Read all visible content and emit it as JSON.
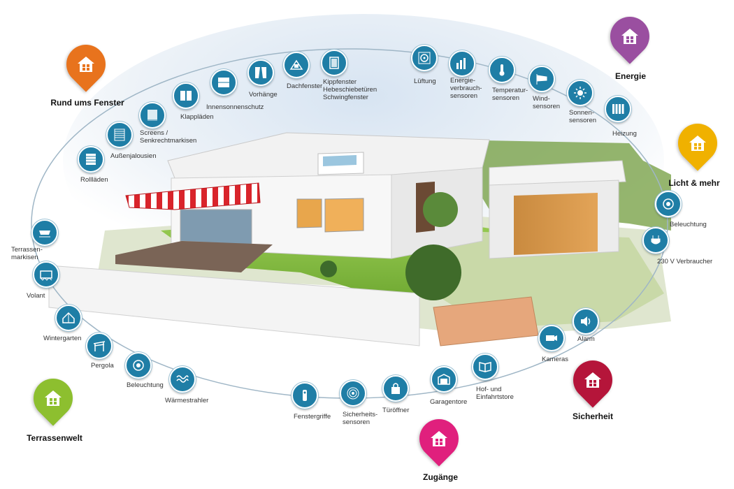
{
  "categories": [
    {
      "id": "fenster",
      "label": "Rund ums Fenster",
      "color": "#e8731d"
    },
    {
      "id": "energie",
      "label": "Energie",
      "color": "#9a4fa0"
    },
    {
      "id": "licht",
      "label": "Licht & mehr",
      "color": "#f0b100"
    },
    {
      "id": "sicherheit",
      "label": "Sicherheit",
      "color": "#b5153a"
    },
    {
      "id": "zugaenge",
      "label": "Zugänge",
      "color": "#e0207d"
    },
    {
      "id": "terrasse",
      "label": "Terrassenwelt",
      "color": "#8dbf2f"
    }
  ],
  "nodes": [
    {
      "id": "rolllaeden",
      "icon": "rolllaeden-icon",
      "lines": [
        "Rollläden"
      ]
    },
    {
      "id": "aussenjalousien",
      "icon": "aussenjalousien-icon",
      "lines": [
        "Außenjalousien"
      ]
    },
    {
      "id": "screens",
      "icon": "screens-icon",
      "lines": [
        "Screens /",
        "Senkrechtmarkisen"
      ]
    },
    {
      "id": "klapplaeden",
      "icon": "klapplaeden-icon",
      "lines": [
        "Klappläden"
      ]
    },
    {
      "id": "innensonnenschutz",
      "icon": "innensonnenschutz-icon",
      "lines": [
        "Innensonnenschutz"
      ]
    },
    {
      "id": "vorhaenge",
      "icon": "vorhaenge-icon",
      "lines": [
        "Vorhänge"
      ]
    },
    {
      "id": "dachfenster",
      "icon": "dachfenster-icon",
      "lines": [
        "Dachfenster"
      ]
    },
    {
      "id": "kippfenster",
      "icon": "kippfenster-icon",
      "lines": [
        "Kippfenster",
        "Hebeschiebetüren",
        "Schwingfenster"
      ]
    },
    {
      "id": "lueftung",
      "icon": "lueftung-icon",
      "lines": [
        "Lüftung"
      ]
    },
    {
      "id": "energieverbrauch",
      "icon": "energieverbrauch-icon",
      "lines": [
        "Energie-",
        "verbrauch-",
        "sensoren"
      ]
    },
    {
      "id": "temperatur",
      "icon": "thermometer-icon",
      "lines": [
        "Temperatur-",
        "sensoren"
      ]
    },
    {
      "id": "wind",
      "icon": "windsock-icon",
      "lines": [
        "Wind-",
        "sensoren"
      ]
    },
    {
      "id": "sonne",
      "icon": "sun-icon",
      "lines": [
        "Sonnen-",
        "sensoren"
      ]
    },
    {
      "id": "heizung",
      "icon": "radiator-icon",
      "lines": [
        "Heizung"
      ]
    },
    {
      "id": "beleuchtung-rechts",
      "icon": "light-icon",
      "lines": [
        "Beleuchtung"
      ]
    },
    {
      "id": "verbraucher",
      "icon": "plug-icon",
      "lines": [
        "230 V Verbraucher"
      ]
    },
    {
      "id": "alarm",
      "icon": "alarm-icon",
      "lines": [
        "Alarm"
      ]
    },
    {
      "id": "kameras",
      "icon": "camera-icon",
      "lines": [
        "Kameras"
      ]
    },
    {
      "id": "hoftore",
      "icon": "gate-icon",
      "lines": [
        "Hof- und",
        "Einfahrtstore"
      ]
    },
    {
      "id": "garagentore",
      "icon": "garage-icon",
      "lines": [
        "Garagentore"
      ]
    },
    {
      "id": "tueroeffner",
      "icon": "lock-icon",
      "lines": [
        "Türöffner"
      ]
    },
    {
      "id": "sicherheitssensoren",
      "icon": "sensor-icon",
      "lines": [
        "Sicherheits-",
        "sensoren"
      ]
    },
    {
      "id": "fenstergriffe",
      "icon": "handle-icon",
      "lines": [
        "Fenstergriffe"
      ]
    },
    {
      "id": "waermestrahler",
      "icon": "heater-icon",
      "lines": [
        "Wärmestrahler"
      ]
    },
    {
      "id": "beleuchtung-links",
      "icon": "light-icon",
      "lines": [
        "Beleuchtung"
      ]
    },
    {
      "id": "pergola",
      "icon": "pergola-icon",
      "lines": [
        "Pergola"
      ]
    },
    {
      "id": "wintergarten",
      "icon": "wintergarten-icon",
      "lines": [
        "Wintergarten"
      ]
    },
    {
      "id": "volant",
      "icon": "volant-icon",
      "lines": [
        "Volant"
      ]
    },
    {
      "id": "terrassenmarkisen",
      "icon": "markise-icon",
      "lines": [
        "Terrassen-",
        "markisen"
      ]
    }
  ]
}
